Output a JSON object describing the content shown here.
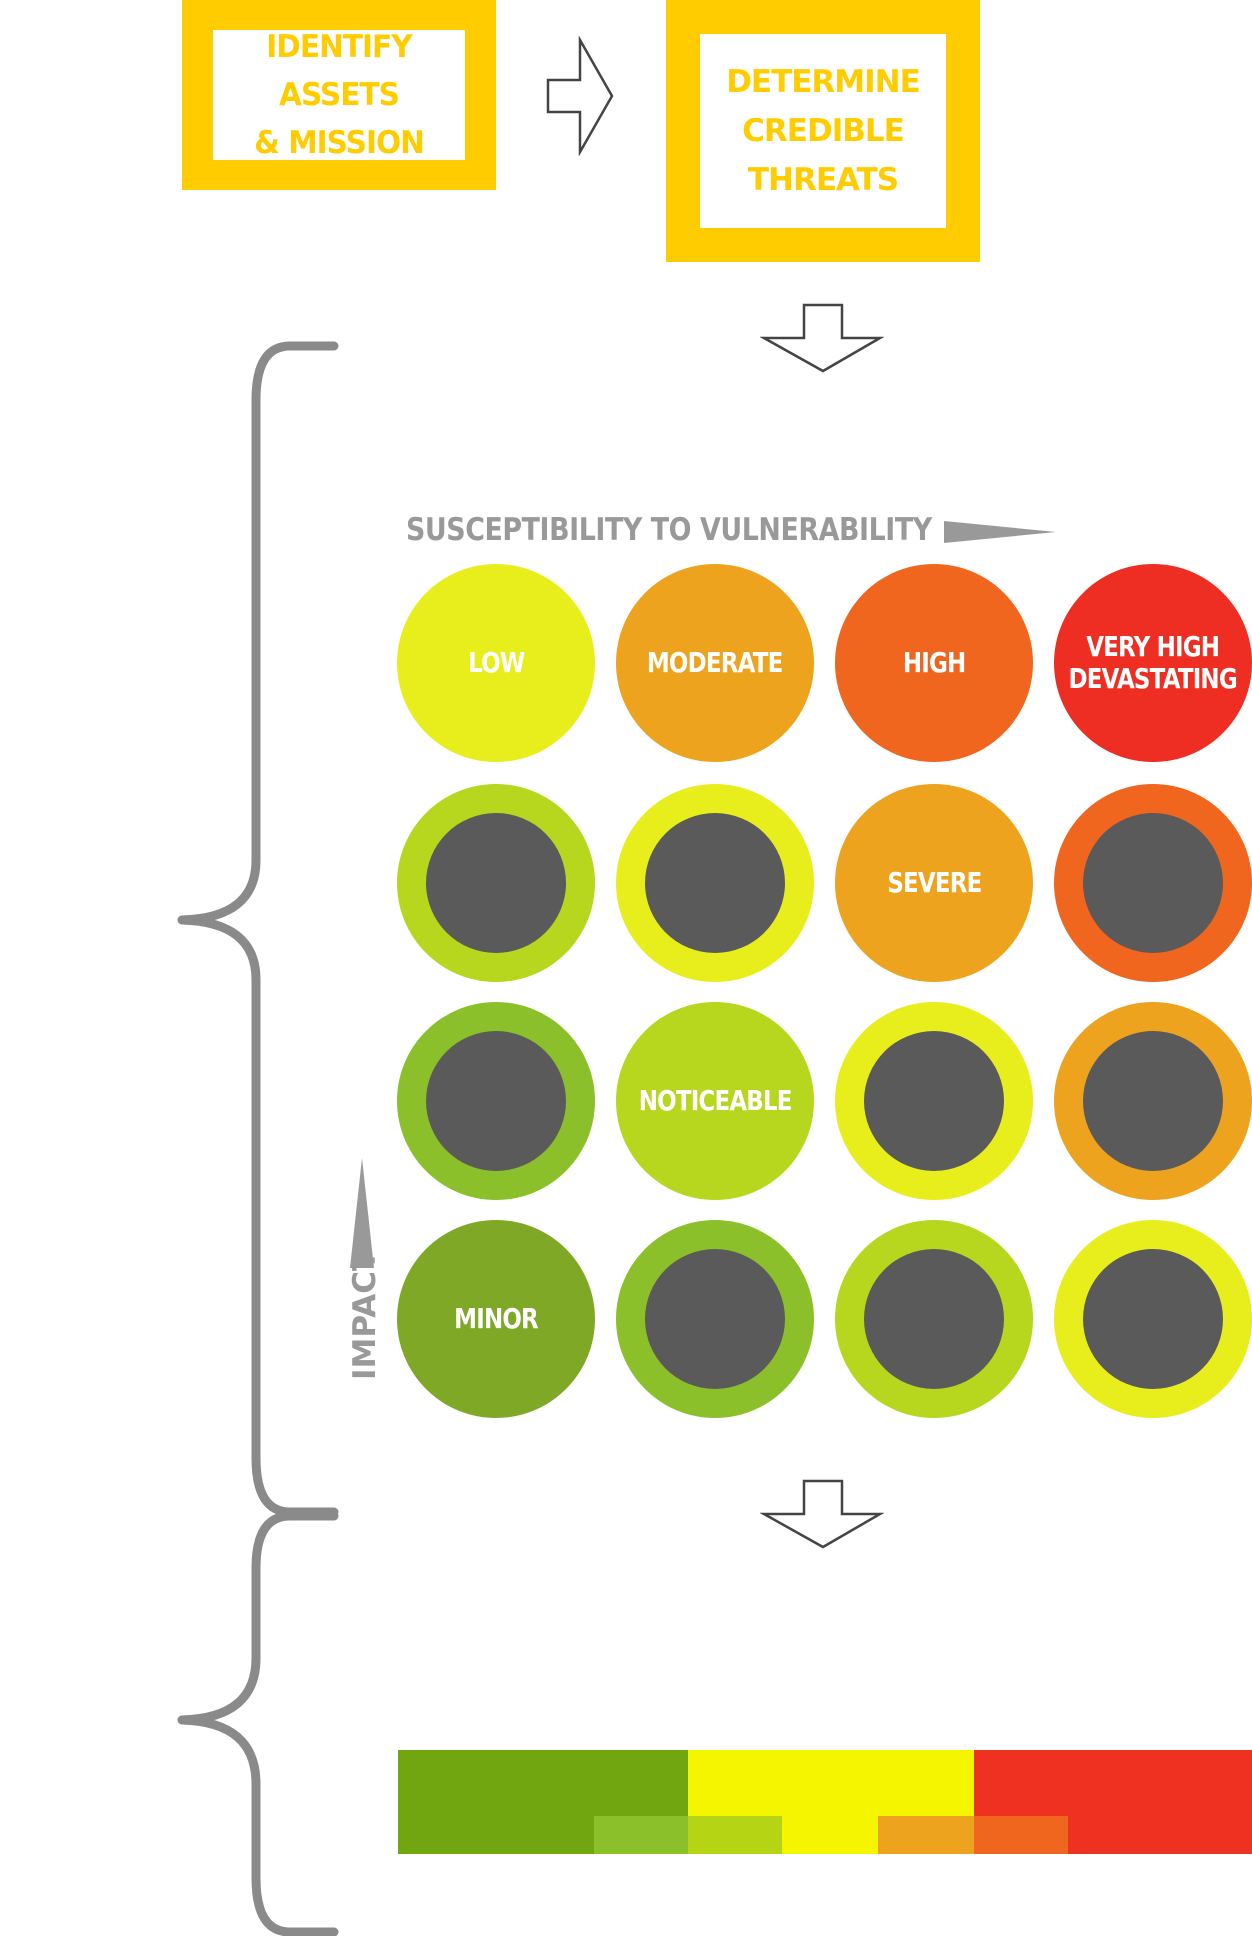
{
  "flow": {
    "step1": "IDENTIFY ASSETS\n& MISSION",
    "step2": "DETERMINE\nCREDIBLE\nTHREATS"
  },
  "matrix": {
    "x_axis_label": "SUSCEPTIBILITY TO VULNERABILITY",
    "y_axis_label": "IMPACT",
    "cells": [
      [
        {
          "label": "LOW",
          "fill": "#E8EE1C"
        },
        {
          "label": "MODERATE",
          "fill": "#EEA31E"
        },
        {
          "label": "HIGH",
          "fill": "#F1661E"
        },
        {
          "label": "VERY HIGH\nDEVASTATING",
          "fill": "#EE2E22"
        }
      ],
      [
        {
          "label": "",
          "fill": "#B7D61E"
        },
        {
          "label": "",
          "fill": "#E8EE1C"
        },
        {
          "label": "SEVERE",
          "fill": "#EEA31E"
        },
        {
          "label": "",
          "fill": "#F1661E"
        }
      ],
      [
        {
          "label": "",
          "fill": "#8CC02A"
        },
        {
          "label": "NOTICEABLE",
          "fill": "#B7D61E"
        },
        {
          "label": "",
          "fill": "#E8EE1C"
        },
        {
          "label": "",
          "fill": "#EEA31E"
        }
      ],
      [
        {
          "label": "MINOR",
          "fill": "#7FA827"
        },
        {
          "label": "",
          "fill": "#8CC02A"
        },
        {
          "label": "",
          "fill": "#B7D61E"
        },
        {
          "label": "",
          "fill": "#E8EE1C"
        }
      ]
    ]
  },
  "colors": {
    "box": "#FFCC00",
    "dot": "#5A5A5A",
    "axis": "#999999",
    "brace": "#8A8A8A",
    "arrow_stroke": "#444444"
  },
  "scale_bar": {
    "top": [
      "#72A611",
      "#F5F500",
      "#EE3120"
    ],
    "bottom": [
      "#72A611",
      "#8CC02A",
      "#B5D514",
      "#F5F500",
      "#EEA31E",
      "#F1661E",
      "#EE3120"
    ]
  }
}
